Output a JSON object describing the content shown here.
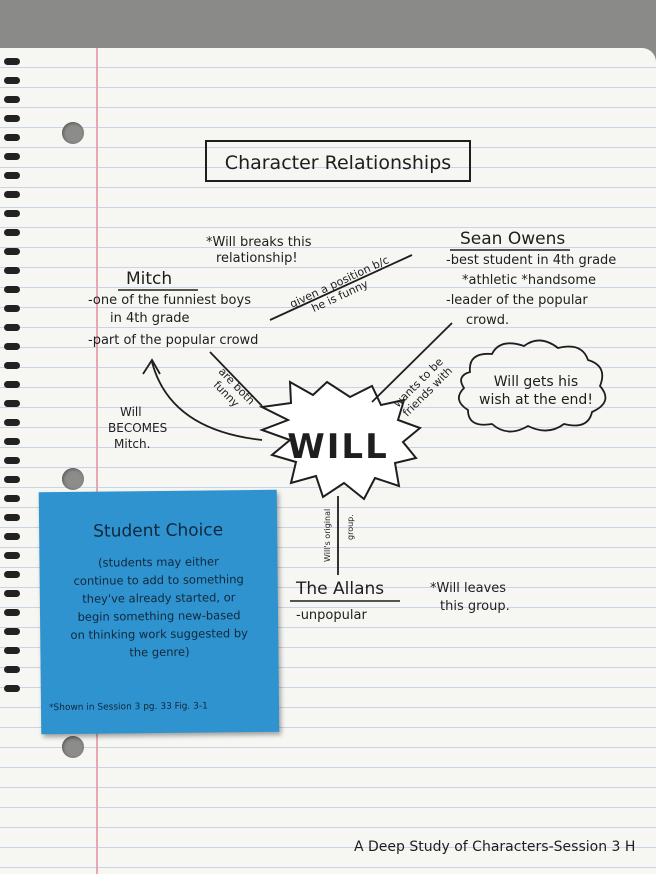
{
  "title": "Character Relationships",
  "center": "WILL",
  "mitch": {
    "name": "Mitch",
    "lines": [
      "-one of the funniest boys",
      "in 4th grade",
      "-part of the popular crowd"
    ]
  },
  "sean": {
    "name": "Sean Owens",
    "lines": [
      "-best student in 4th grade",
      "*athletic  *handsome",
      "-leader of the popular",
      "crowd."
    ]
  },
  "allans": {
    "name": "The Allans",
    "lines": [
      "-unpopular"
    ]
  },
  "notes": {
    "breaks": [
      "*Will breaks this",
      "relationship!"
    ],
    "cloud": [
      "Will gets his",
      "wish at the end!"
    ],
    "becomes": [
      "Will",
      "BECOMES",
      "Mitch."
    ],
    "leaves": [
      "*Will leaves",
      "this group."
    ]
  },
  "edges": {
    "both_funny": [
      "are both",
      "funny"
    ],
    "given_position": [
      "given a position b/c",
      "he is funny"
    ],
    "wants_friends": [
      "wants to be",
      "friends with"
    ],
    "original_group": [
      "Will's original",
      "group."
    ]
  },
  "sticky": {
    "title": "Student Choice",
    "body": [
      "(students may either",
      "continue to add to something",
      "they've already started, or",
      "begin something new-based",
      "on thinking work suggested by",
      "the genre)"
    ],
    "footer": "*Shown in Session 3 pg. 33 Fig. 3-1"
  },
  "footer": "A Deep Study of Characters-Session 3 H"
}
